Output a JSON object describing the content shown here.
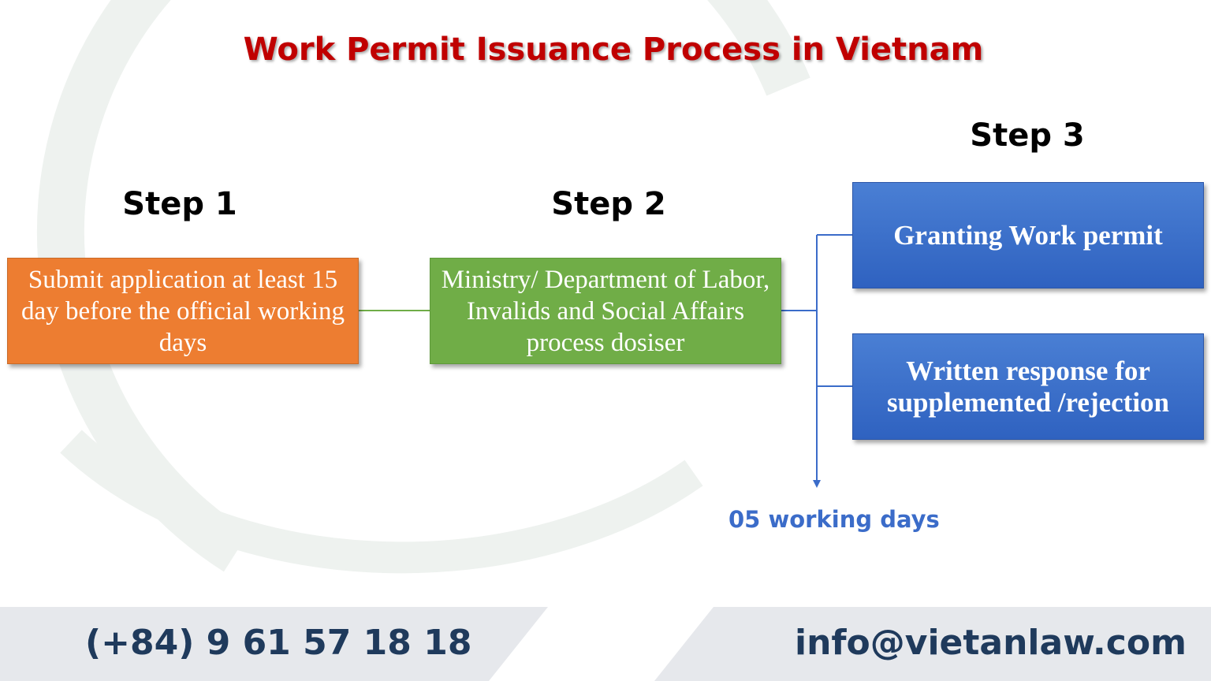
{
  "title": "Work Permit Issuance Process in Vietnam",
  "steps": [
    {
      "label": "Step 1",
      "text": "Submit application at least 15 day before the official working days"
    },
    {
      "label": "Step 2",
      "text": "Ministry/ Department of Labor, Invalids and Social Affairs process dosiser"
    },
    {
      "label": "Step 3"
    }
  ],
  "outcomes": [
    {
      "text": "Granting Work permit"
    },
    {
      "text": "Written response for supplemented /rejection"
    }
  ],
  "duration_note": "05 working days",
  "footer": {
    "phone": "(+84) 9 61 57 18 18",
    "email": "info@vietanlaw.com"
  },
  "colors": {
    "title": "#c00000",
    "step1_box": "#ed7d31",
    "step2_box": "#70ad47",
    "step3_box": "#3a6fcb",
    "connector": "#3b6cc9",
    "footer_band": "#e6e8ec",
    "footer_text": "#1f3a5c"
  }
}
